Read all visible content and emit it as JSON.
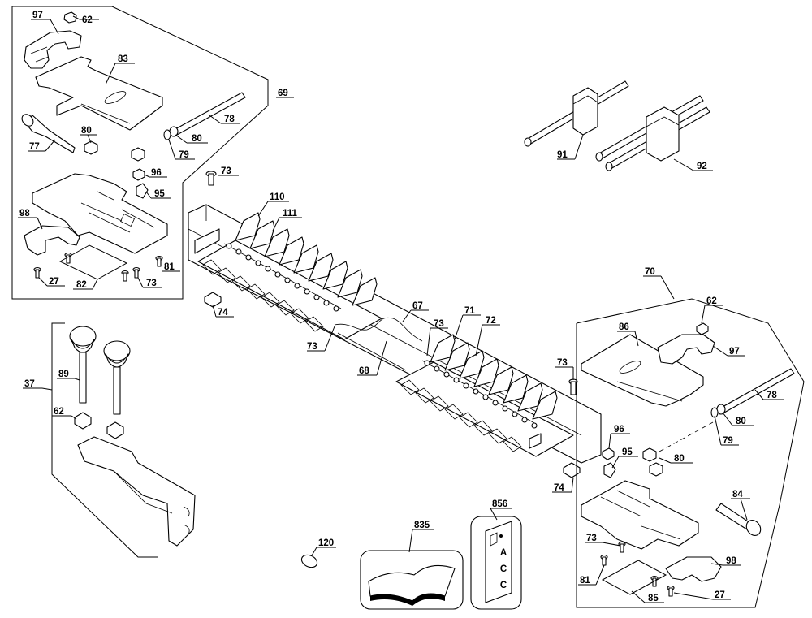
{
  "labels": {
    "l97a": "97",
    "l62a": "62",
    "l83": "83",
    "l69": "69",
    "l78a": "78",
    "l80a": "80",
    "l80b": "80",
    "l79a": "79",
    "l77": "77",
    "l96a": "96",
    "l73a": "73",
    "l95a": "95",
    "l98a": "98",
    "l81a": "81",
    "l82": "82",
    "l27a": "27",
    "l73b": "73",
    "l110": "110",
    "l111": "111",
    "l74a": "74",
    "l67": "67",
    "l71": "71",
    "l73c": "73",
    "l72": "72",
    "l73d": "73",
    "l68": "68",
    "l91": "91",
    "l92": "92",
    "l70": "70",
    "l62b": "62",
    "l86": "86",
    "l97b": "97",
    "l73e": "73",
    "l78b": "78",
    "l80c": "80",
    "l79b": "79",
    "l96b": "96",
    "l95b": "95",
    "l80d": "80",
    "l74b": "74",
    "l84": "84",
    "l73f": "73",
    "l98b": "98",
    "l81b": "81",
    "l85": "85",
    "l27b": "27",
    "l37": "37",
    "l89": "89",
    "l62c": "62",
    "l120": "120",
    "l835": "835",
    "l856": "856"
  },
  "card_letters": {
    "a": "A",
    "c1": "C",
    "c2": "C"
  }
}
